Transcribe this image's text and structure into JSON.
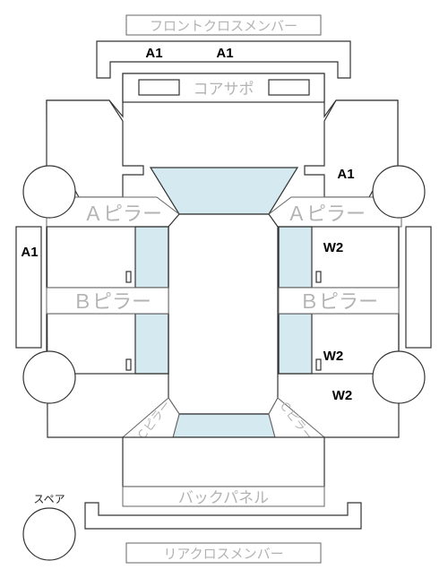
{
  "labels": {
    "front_cross_member": "フロントクロスメンバー",
    "core_support": "コアサポ",
    "a_pillar": "Ａピラー",
    "b_pillar": "Ｂピラー",
    "c_pillar": "Ｃピラー",
    "back_panel": "バックパネル",
    "rear_cross_member": "リアクロスメンバー",
    "spare": "スペア"
  },
  "damage_marks": {
    "front_left": "A1",
    "front_right": "A1",
    "right_front_fender": "A1",
    "left_side": "A1",
    "right_front_door": "W2",
    "right_rear_door": "W2",
    "right_quarter": "W2"
  }
}
